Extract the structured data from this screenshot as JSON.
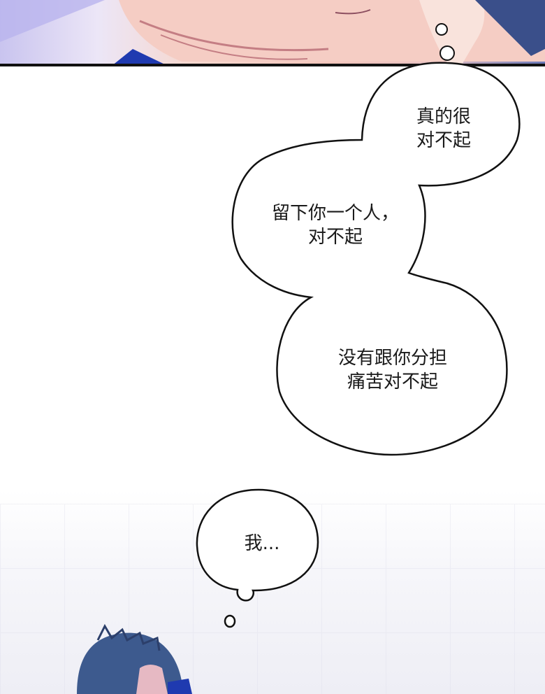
{
  "bubbles": {
    "b1": {
      "line1": "真的很",
      "line2": "对不起"
    },
    "b2": {
      "line1": "留下你一个人，",
      "line2": "对不起"
    },
    "b3": {
      "line1": "没有跟你分担",
      "line2": "痛苦对不起"
    },
    "b4": {
      "line1": "我..."
    }
  }
}
